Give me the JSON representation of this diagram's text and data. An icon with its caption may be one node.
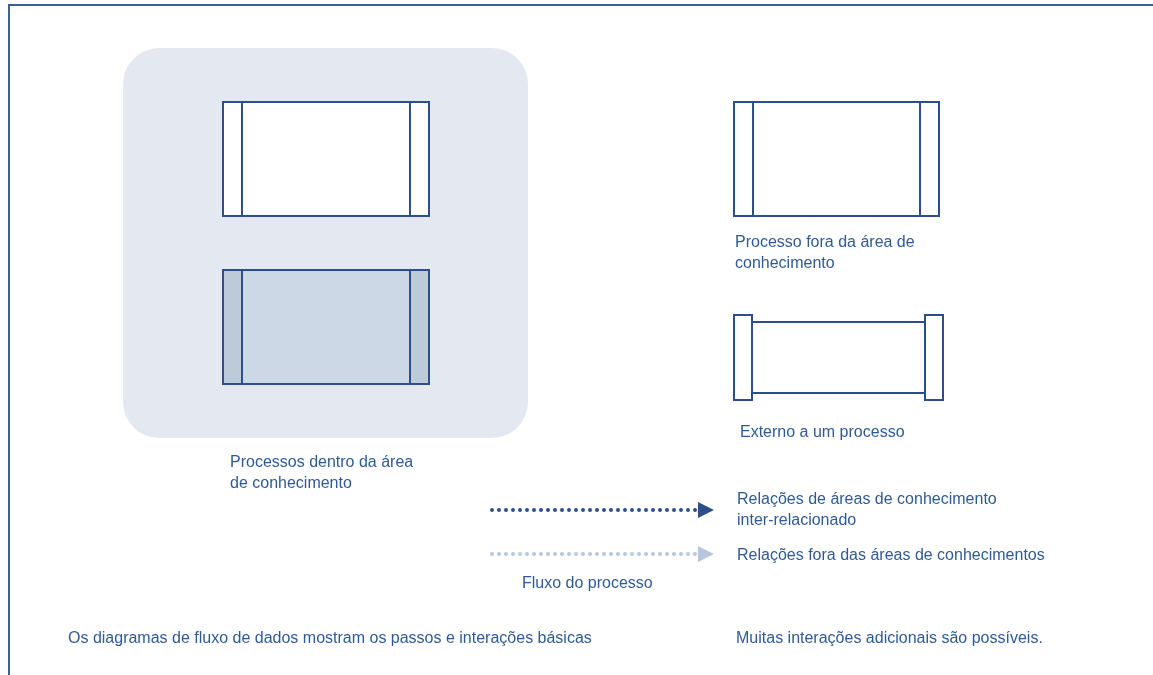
{
  "diagram": {
    "nodes": [
      {
        "text": [
          "Processos dentro da área de conhecimento"
        ]
      },
      {
        "text": [],
        "shape": "box",
        "in": 0
      },
      {
        "text": [],
        "shape": "box",
        "in": 0
      },
      {
        "text": [],
        "shape": "box",
        "beside": [
          "Processo fora da área de conhecimento"
        ]
      },
      {
        "text": [],
        "shape": "box",
        "beside": [
          "Externo a um processo"
        ]
      }
    ],
    "edges": [],
    "labels": [
      "Fluxo do processo",
      "Os diagramas de fluxo de dados mostram os passos e interações básicas",
      "Muitas interações adicionais são possíveis."
    ],
    "legend": [
      {
        "text": "Relações de áreas de conhecimento inter-relacionado"
      },
      {
        "text": "Relações fora das áreas de conhecimentos"
      }
    ]
  }
}
